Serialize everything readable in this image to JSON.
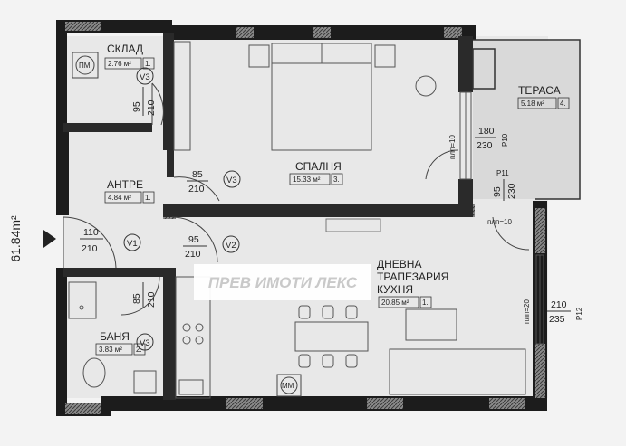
{
  "plan": {
    "total_area": "61.84m²",
    "rooms": [
      {
        "id": "sklad",
        "name": "СКЛАД",
        "area": "2.76 м²",
        "num": "1."
      },
      {
        "id": "antre",
        "name": "АНТРЕ",
        "area": "4.84 м²",
        "num": "1."
      },
      {
        "id": "banya",
        "name": "БАНЯ",
        "area": "3.83 м²",
        "num": "2."
      },
      {
        "id": "spalnya",
        "name": "СПАЛНЯ",
        "area": "15.33 м²",
        "num": "3."
      },
      {
        "id": "terasa",
        "name": "ТЕРАСА",
        "area": "5.18 м²",
        "num": "4."
      },
      {
        "id": "dnevna",
        "name_lines": [
          "ДНЕВНА",
          "ТРАПЕЗАРИЯ",
          "КУХНЯ"
        ],
        "area": "20.85 м²",
        "num": "1."
      }
    ],
    "doors": {
      "v1": {
        "label": "V1",
        "width": "110",
        "height": "210"
      },
      "v2": {
        "label": "V2",
        "width": "95",
        "height": "210"
      },
      "v3_sklad": {
        "label": "V3",
        "width": "95",
        "height": "210"
      },
      "v3_spalnya": {
        "label": "V3",
        "width": "85",
        "height": "210"
      },
      "v3_banya": {
        "label": "V3",
        "width": "85",
        "height": "210"
      }
    },
    "windows": {
      "p10": {
        "label": "P10",
        "width": "180",
        "height": "230",
        "sill": "плп=10"
      },
      "p11": {
        "label": "P11",
        "width": "95",
        "height": "230",
        "sill": "плп=10"
      },
      "p12": {
        "label": "P12",
        "width": "210",
        "height": "235",
        "sill": "плп=20"
      }
    },
    "fixtures": {
      "pm": "ПМ",
      "mm": "ММ"
    },
    "watermark": "ПРЕВ ИМОТИ ЛЕКС"
  }
}
